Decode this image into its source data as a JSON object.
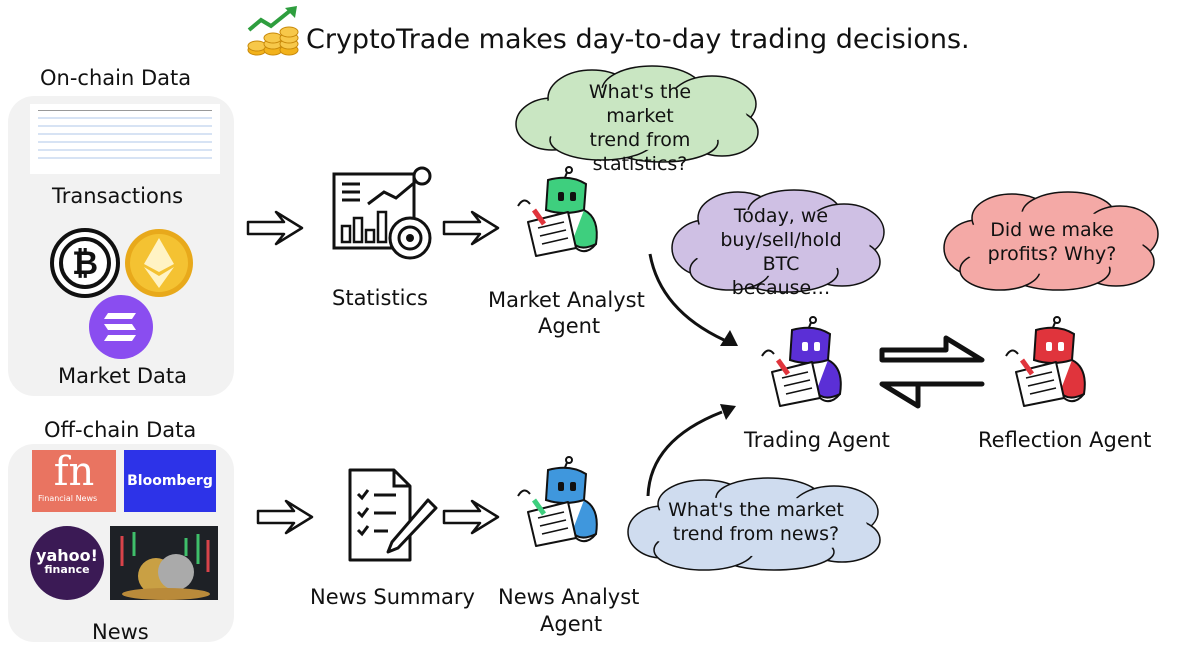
{
  "title": "CryptoTrade makes day-to-day trading decisions.",
  "onchain": {
    "heading": "On-chain Data",
    "transactions_label": "Transactions",
    "market_label": "Market Data"
  },
  "offchain": {
    "heading": "Off-chain Data",
    "news_label": "News",
    "logos": {
      "fn_big": "fn",
      "fn_small": "Financial News",
      "bloomberg": "Bloomberg",
      "yahoo_top": "yahoo!",
      "yahoo_bottom": "finance"
    }
  },
  "nodes": {
    "statistics": "Statistics",
    "news_summary": "News Summary",
    "market_agent_l1": "Market Analyst",
    "market_agent_l2": "Agent",
    "news_agent_l1": "News Analyst",
    "news_agent_l2": "Agent",
    "trading_agent": "Trading Agent",
    "reflection_agent": "Reflection Agent"
  },
  "clouds": {
    "market": [
      "What's the market",
      "trend from",
      "statistics?"
    ],
    "trading": [
      "Today, we",
      "buy/sell/hold",
      "BTC because…"
    ],
    "reflection": [
      "Did we make",
      "profits? Why?"
    ],
    "news": [
      "What's the market",
      "trend from news?"
    ]
  },
  "colors": {
    "cloud_green": "#c9e6c2",
    "cloud_purple": "#cfc0e4",
    "cloud_pink": "#f4a9a6",
    "cloud_blue": "#cfdcef",
    "robot_green": "#3ecf7e",
    "robot_blue": "#3f97dd",
    "robot_purple": "#5b2fd6",
    "robot_red": "#e0343c",
    "fn_bg": "#e97461",
    "bloomberg_bg": "#2d33e8",
    "yahoo_bg": "#3b1a55"
  }
}
